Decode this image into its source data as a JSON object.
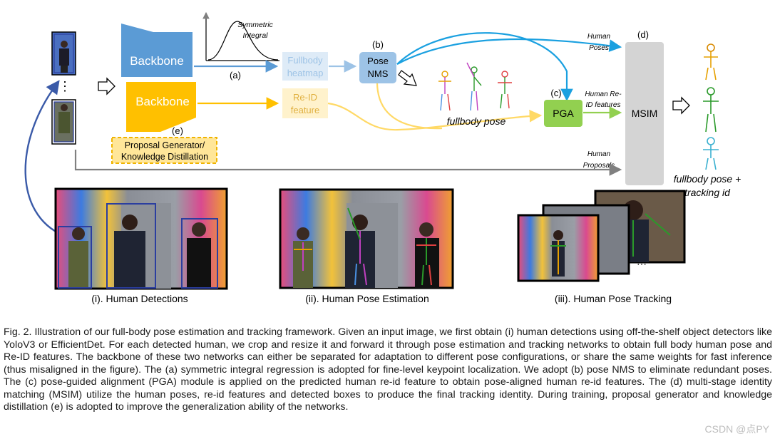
{
  "diagram": {
    "backbone_top": "Backbone",
    "backbone_bottom": "Backbone",
    "symmetric_integral_line1": "Symmetric",
    "symmetric_integral_line2": "Integral",
    "label_a": "(a)",
    "label_b": "(b)",
    "label_c": "(c)",
    "label_d": "(d)",
    "label_e": "(e)",
    "fullbody_heatmap_line1": "Fullbody",
    "fullbody_heatmap_line2": "heatmap",
    "reid_feature_line1": "Re-ID",
    "reid_feature_line2": "feature",
    "pose_nms_line1": "Pose",
    "pose_nms_line2": "NMS",
    "pga": "PGA",
    "msim": "MSIM",
    "proposal_line1": "Proposal Generator/",
    "proposal_line2": "Knowledge Distillation",
    "human_poses_line1": "Human",
    "human_poses_line2": "Poses",
    "human_reid_line1": "Human Re-",
    "human_reid_line2": "ID features",
    "human_proposals_line1": "Human",
    "human_proposals_line2": "Proposals",
    "fullbody_pose": "fullbody pose",
    "fullbody_tracking_line1": "fullbody pose +",
    "fullbody_tracking_line2": "tracking id",
    "ellipsis": "⋮",
    "ellipsis_h": "⋯",
    "panel_i": "(i). Human Detections",
    "panel_ii": "(ii). Human Pose Estimation",
    "panel_iii": "(iii). Human Pose Tracking",
    "colors": {
      "backbone_blue": "#5b9bd5",
      "backbone_yellow": "#ffc000",
      "fade_blue": "#9dc3e6",
      "fade_yellow": "#ffd966",
      "nms_blue": "#9dc3e6",
      "pga_green": "#92d050",
      "msim_gray": "#d0d0d0",
      "arrow_cyan": "#1aa0e0",
      "arrow_gray": "#808080"
    }
  },
  "caption": "Fig. 2. Illustration of our full-body pose estimation and tracking framework. Given an input image, we first obtain (i) human detections using off-the-shelf object detectors like YoloV3 or EfficientDet. For each detected human, we crop and resize it and forward it through pose estimation and tracking networks to obtain full body human pose and Re-ID features. The backbone of these two networks can either be separated for adaptation to different pose configurations, or share the same weights for fast inference (thus misaligned in the figure). The (a) symmetric integral regression is adopted for fine-level keypoint localization. We adopt (b) pose NMS to eliminate redundant poses. The (c) pose-guided alignment (PGA) module is applied on the predicted human re-id feature to obtain pose-aligned human re-id features. The (d) multi-stage identity matching (MSIM) utilize the human poses, re-id features and detected boxes to produce the final tracking identity. During training, proposal generator and knowledge distillation (e) is adopted to improve the generalization ability of the networks.",
  "watermark": "CSDN @点PY"
}
